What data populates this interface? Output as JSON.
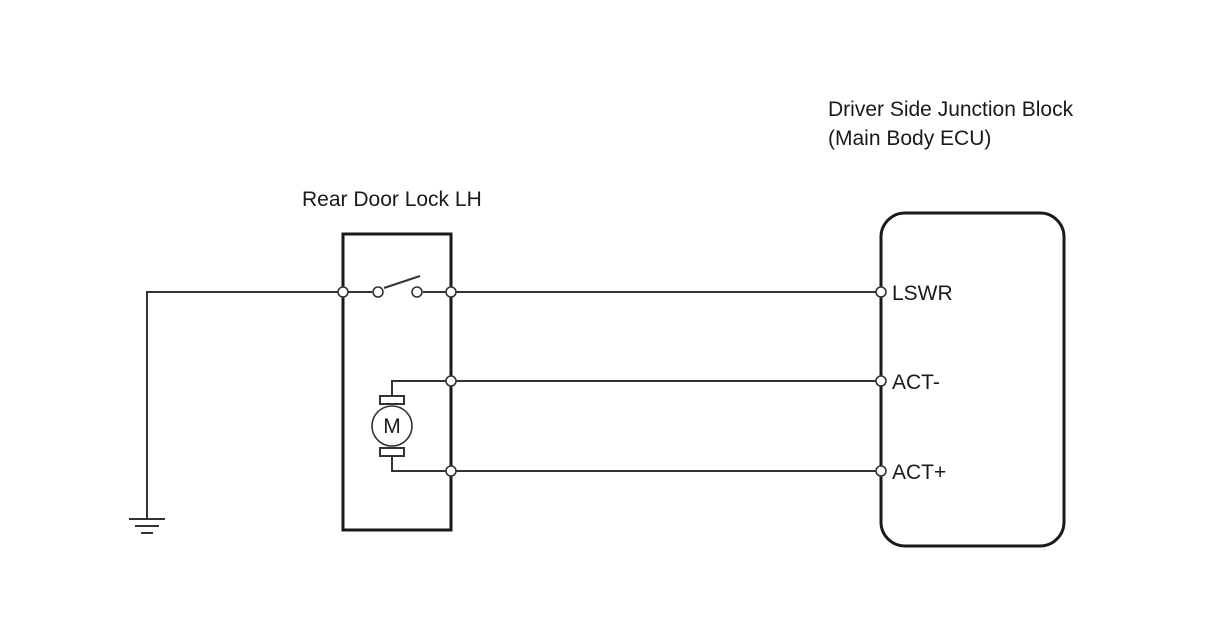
{
  "ecu": {
    "title_line1": "Driver Side Junction Block",
    "title_line2": "(Main Body ECU)",
    "pins": [
      "LSWR",
      "ACT-",
      "ACT+"
    ]
  },
  "door_lock": {
    "title": "Rear Door Lock LH",
    "motor_symbol": "M"
  },
  "icons": {
    "ground": "ground-symbol-icon",
    "switch": "switch-icon",
    "motor": "motor-icon"
  },
  "colors": {
    "line": "#333333",
    "text": "#1a1a1a",
    "background": "#ffffff"
  }
}
